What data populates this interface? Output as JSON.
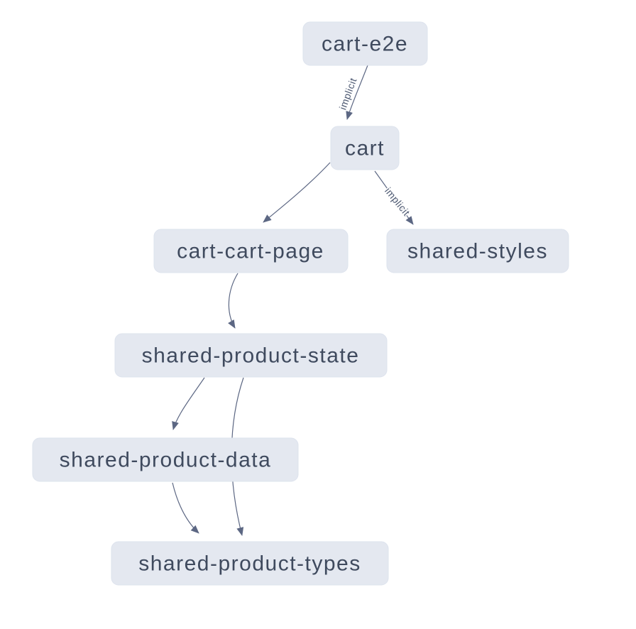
{
  "graph": {
    "nodes": [
      {
        "id": "cart-e2e",
        "label": "cart-e2e"
      },
      {
        "id": "cart",
        "label": "cart"
      },
      {
        "id": "cart-cart-page",
        "label": "cart-cart-page"
      },
      {
        "id": "shared-styles",
        "label": "shared-styles"
      },
      {
        "id": "shared-product-state",
        "label": "shared-product-state"
      },
      {
        "id": "shared-product-data",
        "label": "shared-product-data"
      },
      {
        "id": "shared-product-types",
        "label": "shared-product-types"
      }
    ],
    "edges": [
      {
        "from": "cart-e2e",
        "to": "cart",
        "label": "implicit"
      },
      {
        "from": "cart",
        "to": "cart-cart-page"
      },
      {
        "from": "cart",
        "to": "shared-styles",
        "label": "implicit"
      },
      {
        "from": "cart-cart-page",
        "to": "shared-product-state"
      },
      {
        "from": "shared-product-state",
        "to": "shared-product-data"
      },
      {
        "from": "shared-product-state",
        "to": "shared-product-types"
      },
      {
        "from": "shared-product-data",
        "to": "shared-product-types"
      }
    ],
    "colors": {
      "background": "#ffffff",
      "node_fill": "#e4e8f0",
      "node_stroke": "#dde3ed",
      "node_text": "#3f4a5e",
      "edge": "#5c6783",
      "edge_label": "#4b5770"
    }
  }
}
